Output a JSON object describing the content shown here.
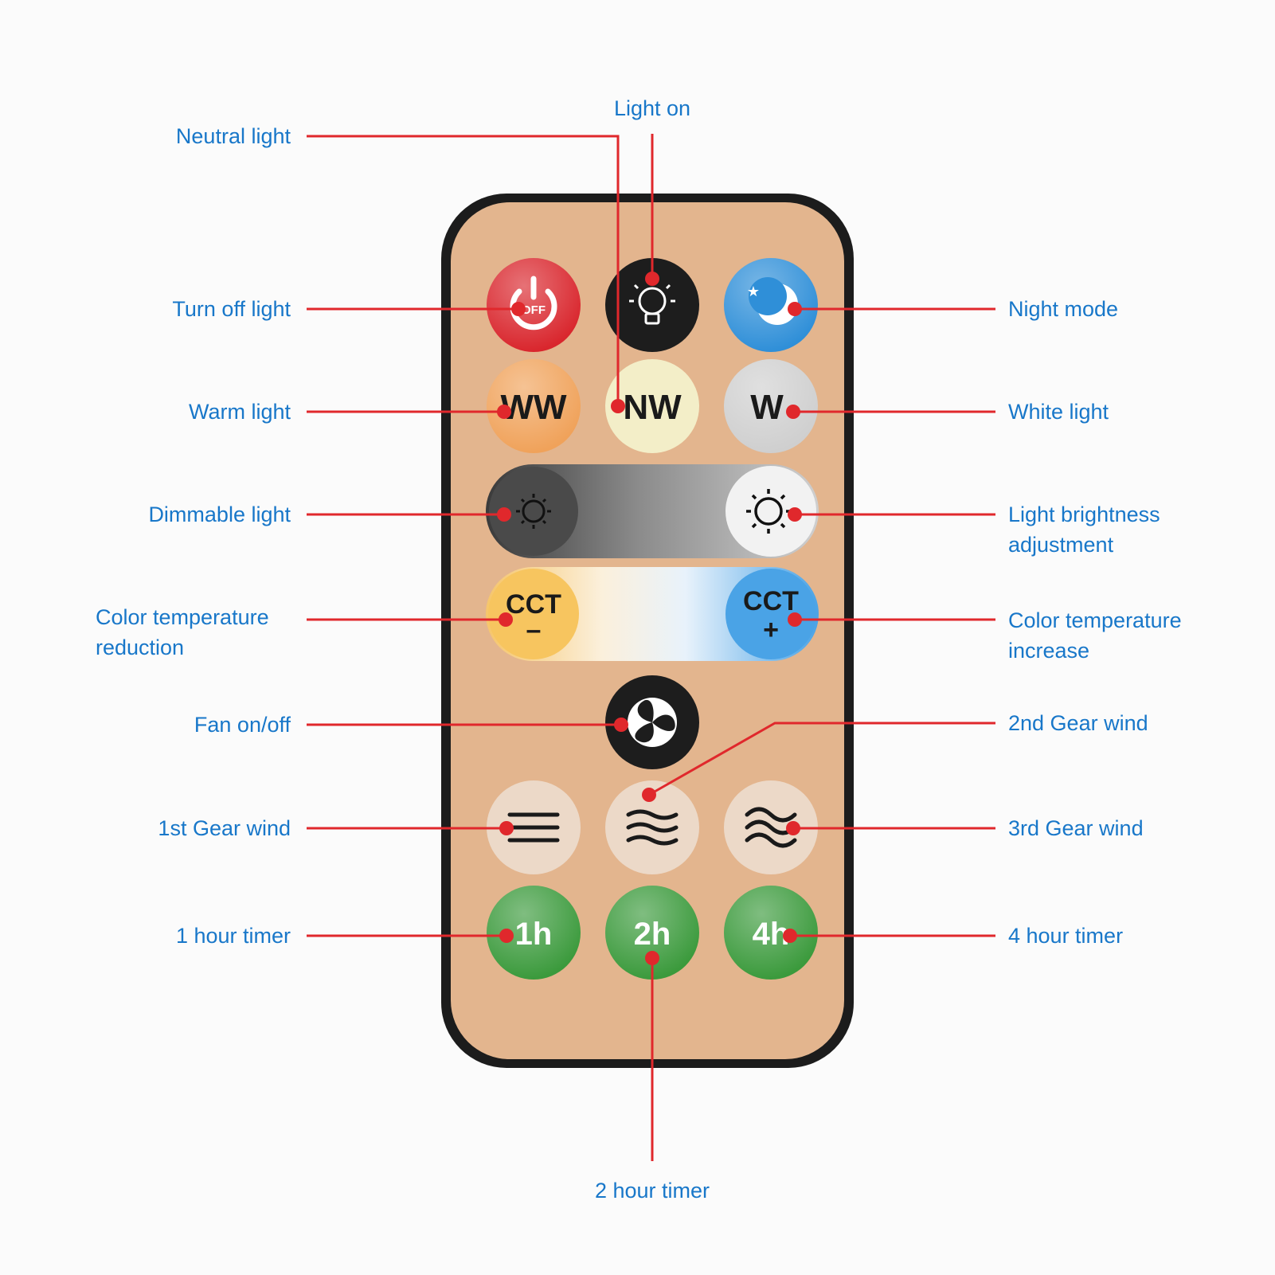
{
  "labels": {
    "light_on": "Light on",
    "neutral_light": "Neutral light",
    "turn_off_light": "Turn off light",
    "night_mode": "Night mode",
    "warm_light": "Warm light",
    "white_light": "White light",
    "dimmable_light": "Dimmable light",
    "light_brightness_adjustment": "Light brightness adjustment",
    "color_temperature_reduction": "Color temperature reduction",
    "color_temperature_increase": "Color temperature increase",
    "fan_on_off": "Fan on/off",
    "second_gear_wind": "2nd Gear wind",
    "first_gear_wind": "1st Gear wind",
    "third_gear_wind": "3rd Gear wind",
    "one_hour_timer": "1 hour timer",
    "four_hour_timer": "4 hour timer",
    "two_hour_timer": "2 hour timer"
  },
  "buttons": {
    "off": "OFF",
    "ww": "WW",
    "nw": "NW",
    "w": "W",
    "cct": "CCT",
    "minus": "–",
    "plus": "+",
    "timer_1h": "1h",
    "timer_2h": "2h",
    "timer_4h": "4h"
  },
  "colors": {
    "label_text": "#1877c9",
    "leader_line": "#e0282c",
    "remote_body": "#e3b58e",
    "remote_border": "#1c1c1c",
    "off_button": "#d9262d",
    "on_button": "#1d1d1d",
    "night_button": "#2f8fd8",
    "warm_button": "#f0a25a",
    "neutral_button": "#f3eec8",
    "white_button": "#cfcfcf",
    "wind_button": "#ecd9c8",
    "timer_button": "#3b9a3c"
  }
}
